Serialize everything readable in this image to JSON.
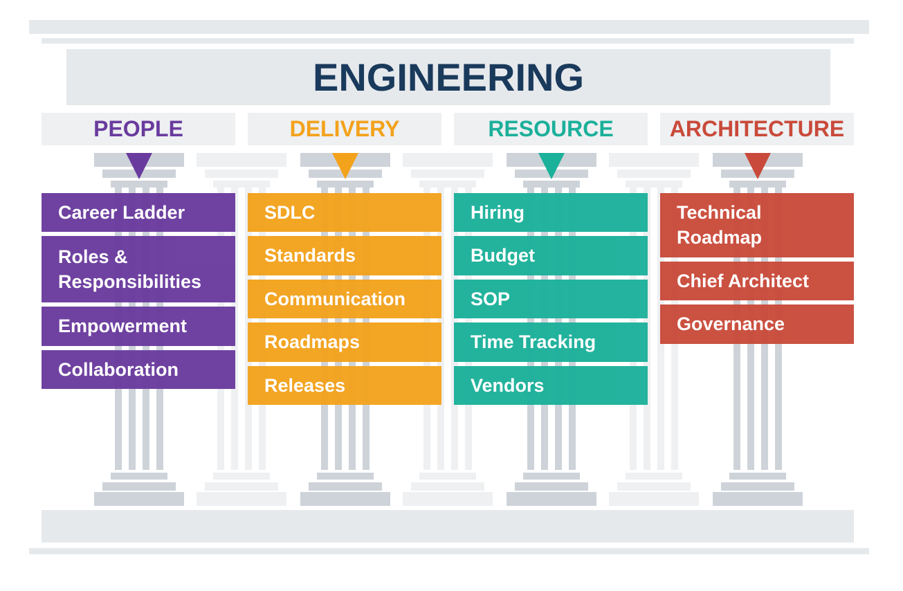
{
  "title": "ENGINEERING",
  "columns": [
    {
      "name": "PEOPLE",
      "color": "#6a3b9e",
      "items": [
        "Career Ladder",
        "Roles & Responsibilities",
        "Empowerment",
        "Collaboration"
      ]
    },
    {
      "name": "DELIVERY",
      "color": "#f3a21c",
      "items": [
        "SDLC",
        "Standards",
        "Communication",
        "Roadmaps",
        "Releases"
      ]
    },
    {
      "name": "RESOURCE",
      "color": "#1bb09a",
      "items": [
        "Hiring",
        "Budget",
        "SOP",
        "Time Tracking",
        "Vendors"
      ]
    },
    {
      "name": "ARCHITECTURE",
      "color": "#c94a3a",
      "items": [
        "Technical Roadmap",
        "Chief Architect",
        "Governance"
      ]
    }
  ]
}
